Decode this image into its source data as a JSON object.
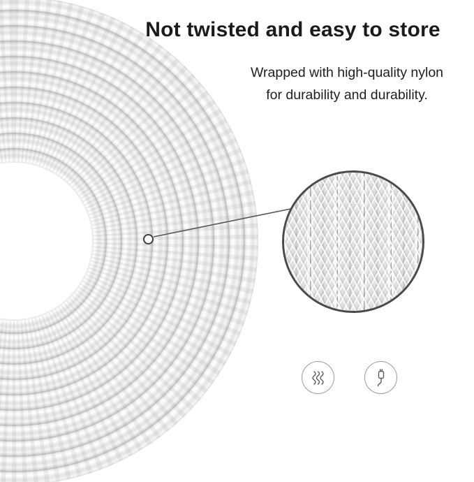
{
  "title": "Not twisted and easy to store",
  "subtitle": {
    "line1": "Wrapped with high-quality nylon",
    "line2": "for durability and durability."
  },
  "colors": {
    "background": "#ffffff",
    "text": "#1b1b1b",
    "detail_circle_border": "#4a4a4a",
    "marker_stroke": "#3f3f3f",
    "callout_line": "#555555",
    "icon_stroke": "#5a5a5a",
    "icon_circle_border": "#9a9a9a",
    "cable_highlight": "#ffffff",
    "cable_shade": "#d6d6d6"
  },
  "icons": [
    {
      "name": "flexible-cable-icon"
    },
    {
      "name": "charging-cable-icon"
    }
  ]
}
